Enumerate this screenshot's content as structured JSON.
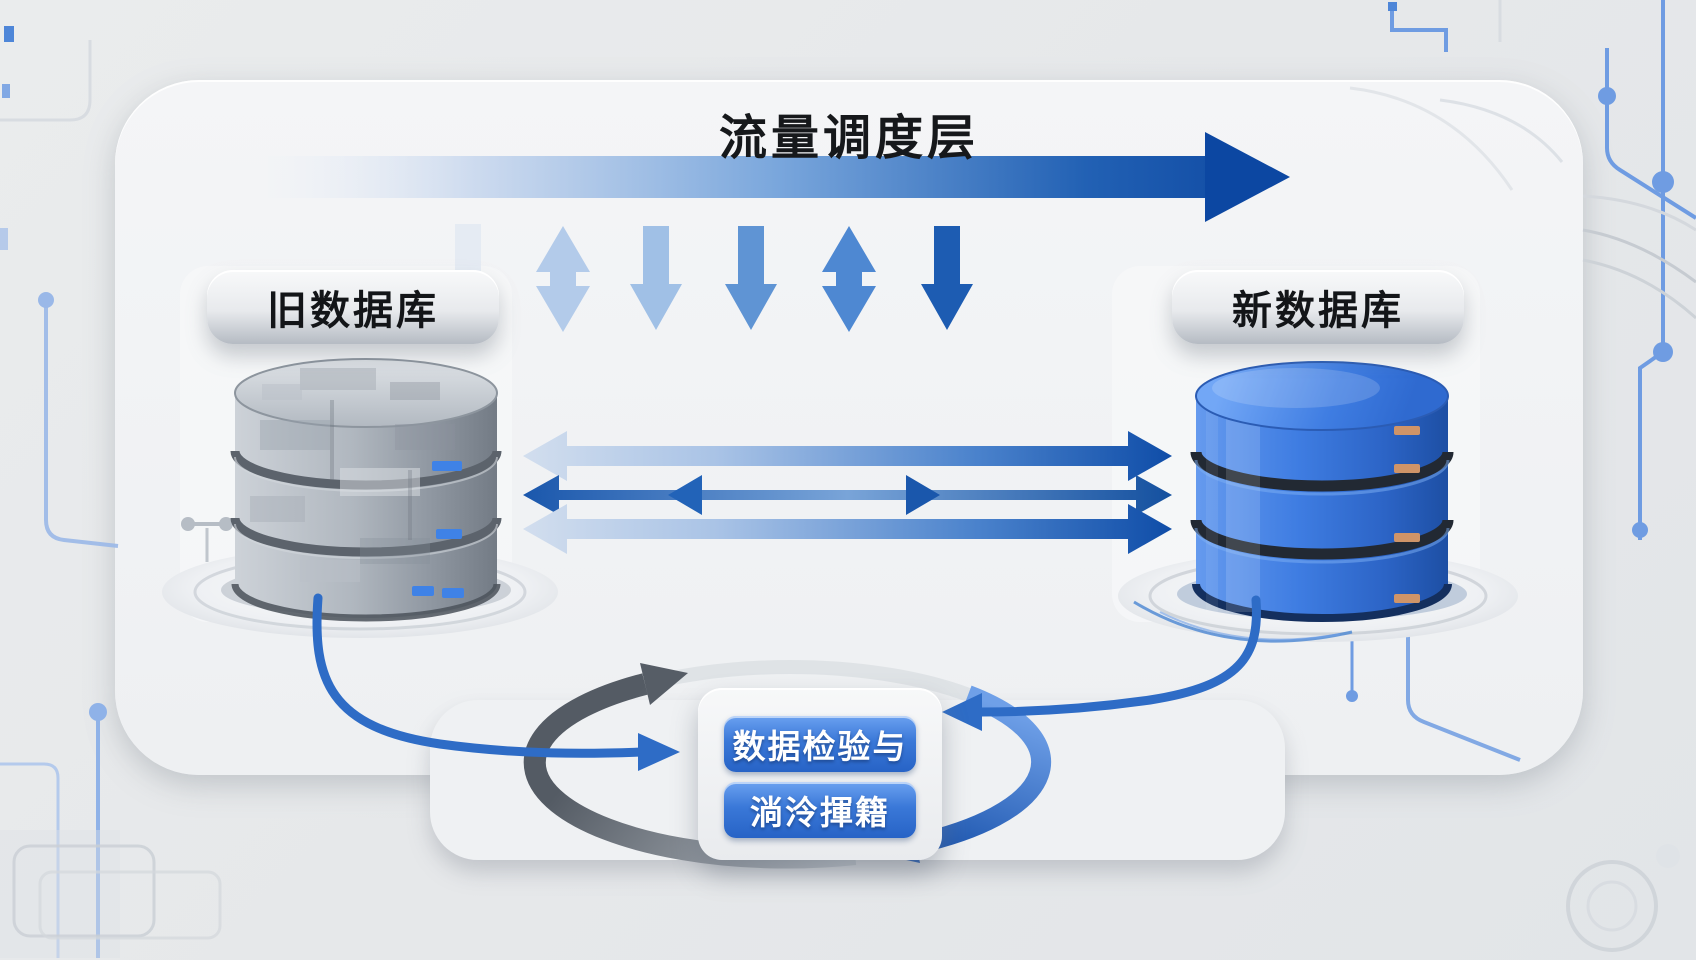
{
  "diagram": {
    "title": "流量调度层",
    "old_database": {
      "label": "旧数据库"
    },
    "new_database": {
      "label": "新数据库"
    },
    "sync_module": {
      "line1": "数据检验与",
      "line2": "淌泠揮籍"
    },
    "colors": {
      "accent_dark_blue": "#0c47a2",
      "mid_blue": "#2e6cc6",
      "light_blue": "#bcd0e8",
      "loop_gray": "#7a8089",
      "background": "#e7e9eb",
      "card": "#f1f2f4",
      "led_blue": "#3f82e6",
      "led_orange": "#cf9468"
    },
    "icons": [
      "old-database-icon",
      "new-database-icon",
      "traffic-flow-arrow",
      "sync-loop-icon",
      "up-down-arrows",
      "circuit-decoration"
    ]
  }
}
